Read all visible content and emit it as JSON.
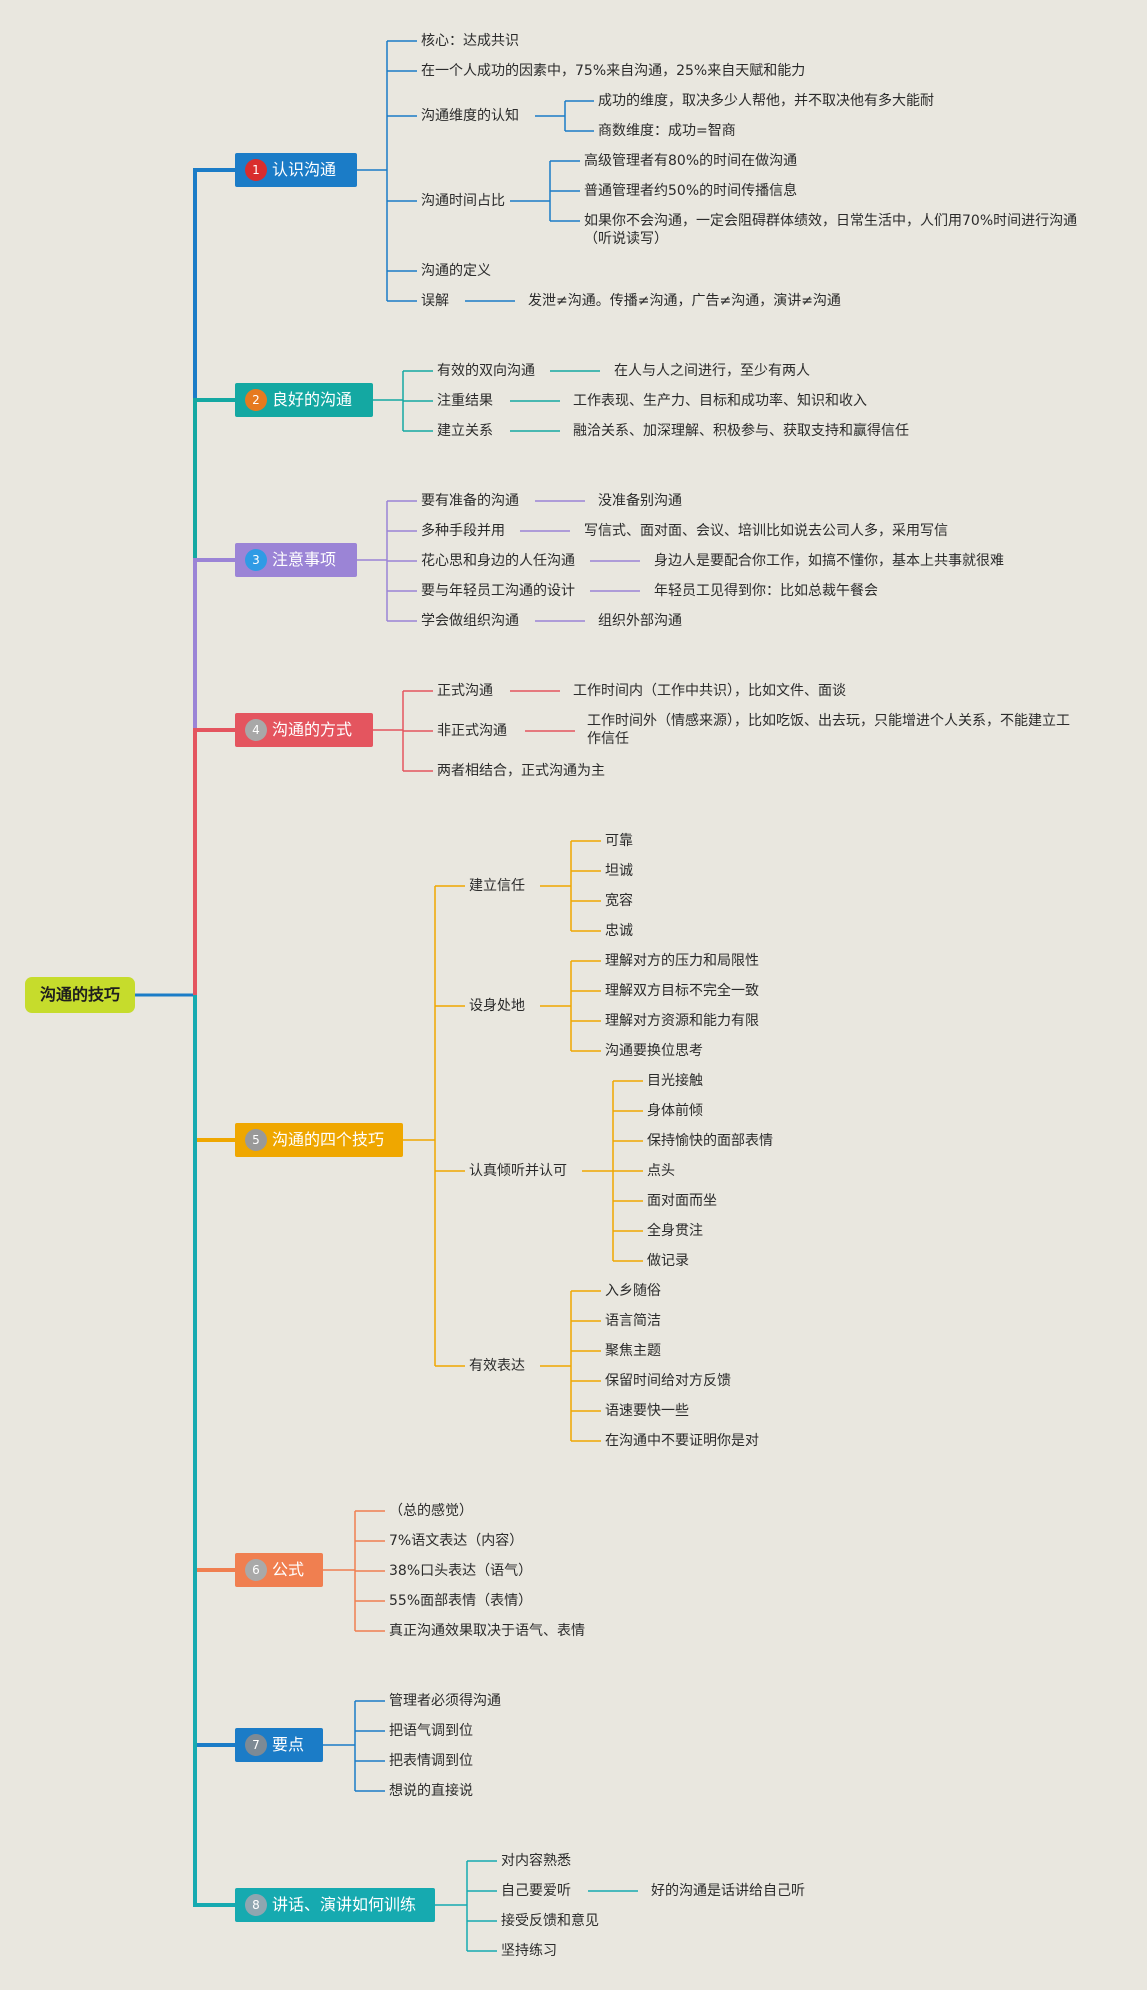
{
  "root": "沟通的技巧",
  "colors": {
    "t1": "#1b7cc7",
    "t2": "#14a8a2",
    "t3": "#9b84d6",
    "t4": "#e4555f",
    "t5": "#efa700",
    "t6": "#f07f50",
    "t7": "#1b7cc7",
    "t8": "#16aab0",
    "num1": "#d92d2d",
    "num2": "#e67a1f",
    "num3": "#2f9be5",
    "num4": "#a8a8a8",
    "num5": "#999999",
    "num6": "#a9a9a9",
    "num7": "#7d8a95",
    "num8": "#8fa6b0"
  },
  "topics": [
    {
      "num": "1",
      "label": "认识沟通",
      "items": [
        {
          "label": "核心：达成共识"
        },
        {
          "label": "在一个人成功的因素中，75%来自沟通，25%来自天赋和能力"
        },
        {
          "label": "沟通维度的认知",
          "children": [
            "成功的维度，取决多少人帮他，并不取决他有多大能耐",
            "商数维度：成功=智商"
          ]
        },
        {
          "label": "沟通时间占比",
          "children": [
            "高级管理者有80%的时间在做沟通",
            "普通管理者约50%的时间传播信息",
            "如果你不会沟通，一定会阻碍群体绩效，日常生活中，人们用70%时间进行沟通（听说读写）"
          ]
        },
        {
          "label": "沟通的定义"
        },
        {
          "label": "误解",
          "children": [
            "发泄≠沟通。传播≠沟通，广告≠沟通，演讲≠沟通"
          ]
        }
      ]
    },
    {
      "num": "2",
      "label": "良好的沟通",
      "items": [
        {
          "label": "有效的双向沟通",
          "children": [
            "在人与人之间进行，至少有两人"
          ]
        },
        {
          "label": "注重结果",
          "children": [
            "工作表现、生产力、目标和成功率、知识和收入"
          ]
        },
        {
          "label": "建立关系",
          "children": [
            "融洽关系、加深理解、积极参与、获取支持和赢得信任"
          ]
        }
      ]
    },
    {
      "num": "3",
      "label": "注意事项",
      "items": [
        {
          "label": "要有准备的沟通",
          "children": [
            "没准备别沟通"
          ]
        },
        {
          "label": "多种手段并用",
          "children": [
            "写信式、面对面、会议、培训比如说去公司人多，采用写信"
          ]
        },
        {
          "label": "花心思和身边的人任沟通",
          "children": [
            "身边人是要配合你工作，如搞不懂你，基本上共事就很难"
          ]
        },
        {
          "label": "要与年轻员工沟通的设计",
          "children": [
            "年轻员工见得到你：比如总裁午餐会"
          ]
        },
        {
          "label": "学会做组织沟通",
          "children": [
            "组织外部沟通"
          ]
        }
      ]
    },
    {
      "num": "4",
      "label": "沟通的方式",
      "items": [
        {
          "label": "正式沟通",
          "children": [
            "工作时间内（工作中共识），比如文件、面谈"
          ]
        },
        {
          "label": "非正式沟通",
          "children": [
            "工作时间外（情感来源），比如吃饭、出去玩，只能增进个人关系，不能建立工作信任"
          ]
        },
        {
          "label": "两者相结合，正式沟通为主"
        }
      ]
    },
    {
      "num": "5",
      "label": "沟通的四个技巧",
      "items": [
        {
          "label": "建立信任",
          "children": [
            "可靠",
            "坦诚",
            "宽容",
            "忠诚"
          ]
        },
        {
          "label": "设身处地",
          "children": [
            "理解对方的压力和局限性",
            "理解双方目标不完全一致",
            "理解对方资源和能力有限",
            "沟通要换位思考"
          ]
        },
        {
          "label": "认真倾听并认可",
          "children": [
            "目光接触",
            "身体前倾",
            "保持愉快的面部表情",
            "点头",
            "面对面而坐",
            "全身贯注",
            "做记录"
          ]
        },
        {
          "label": "有效表达",
          "children": [
            "入乡随俗",
            "语言简洁",
            "聚焦主题",
            "保留时间给对方反馈",
            "语速要快一些",
            "在沟通中不要证明你是对"
          ]
        }
      ]
    },
    {
      "num": "6",
      "label": "公式",
      "items": [
        {
          "label": "（总的感觉）"
        },
        {
          "label": "7%语文表达（内容）"
        },
        {
          "label": "38%口头表达（语气）"
        },
        {
          "label": "55%面部表情（表情）"
        },
        {
          "label": "真正沟通效果取决于语气、表情"
        }
      ]
    },
    {
      "num": "7",
      "label": "要点",
      "items": [
        {
          "label": "管理者必须得沟通"
        },
        {
          "label": "把语气调到位"
        },
        {
          "label": "把表情调到位"
        },
        {
          "label": "想说的直接说"
        }
      ]
    },
    {
      "num": "8",
      "label": "讲话、演讲如何训练",
      "items": [
        {
          "label": "对内容熟悉"
        },
        {
          "label": "自己要爱听",
          "children": [
            "好的沟通是话讲给自己听"
          ]
        },
        {
          "label": "接受反馈和意见"
        },
        {
          "label": "坚持练习"
        }
      ]
    }
  ]
}
